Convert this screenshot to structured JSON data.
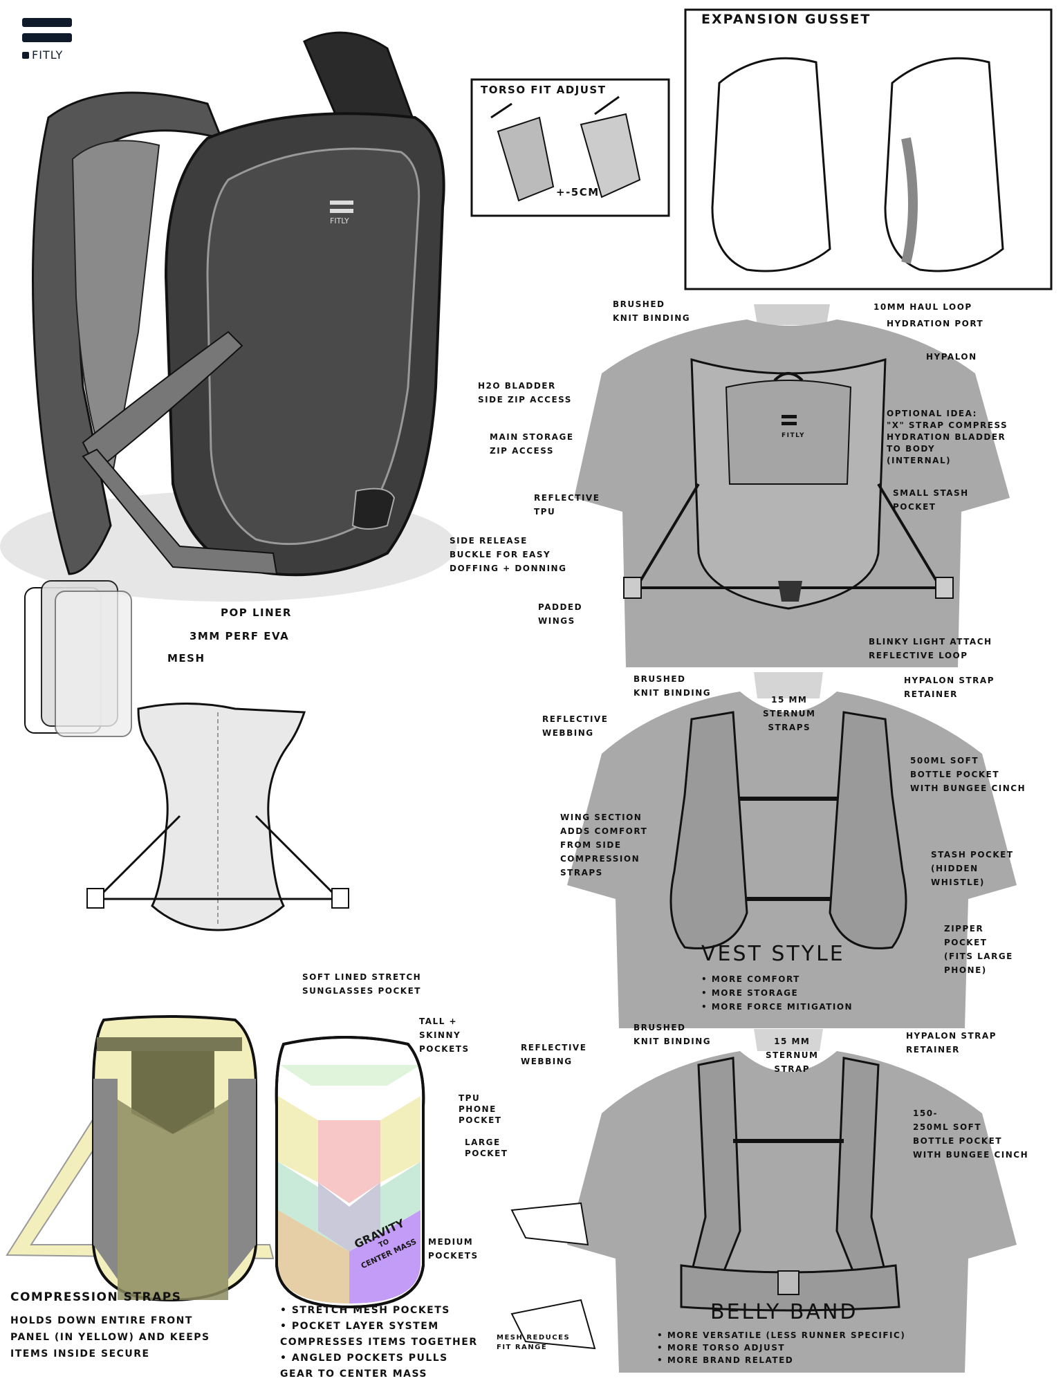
{
  "brand": {
    "name": "FITLY"
  },
  "hero": {
    "logo_text": "FITLY"
  },
  "layers": {
    "labels": [
      "POP LINER",
      "3MM PERF EVA",
      "MESH"
    ]
  },
  "torso_fit": {
    "title": "TORSO FIT ADJUST",
    "measure": "+-5CM"
  },
  "expansion": {
    "title": "EXPANSION GUSSET"
  },
  "back_view": {
    "logo_text": "FITLY",
    "brushed": [
      "BRUSHED",
      "KNIT BINDING"
    ],
    "haul_loop": "10MM HAUL LOOP",
    "hydration_port": "HYDRATION PORT",
    "hypalon": "HYPALON",
    "bladder": [
      "H2O BLADDER",
      "SIDE ZIP ACCESS"
    ],
    "main_storage": [
      "MAIN STORAGE",
      "ZIP ACCESS"
    ],
    "optional": [
      "OPTIONAL IDEA:",
      "\"X\" STRAP COMPRESS",
      "HYDRATION BLADDER",
      "TO BODY",
      "(INTERNAL)"
    ],
    "reflective": [
      "REFLECTIVE",
      "TPU"
    ],
    "stash": [
      "SMALL STASH",
      "POCKET"
    ],
    "side_release": [
      "SIDE RELEASE",
      "BUCKLE FOR EASY",
      "DOFFING + DONNING"
    ],
    "padded": [
      "PADDED",
      "WINGS"
    ],
    "blinky": [
      "BLINKY LIGHT ATTACH",
      "REFLECTIVE LOOP"
    ]
  },
  "vest": {
    "brushed": [
      "BRUSHED",
      "KNIT BINDING"
    ],
    "sternum": [
      "15 MM",
      "STERNUM",
      "STRAPS"
    ],
    "hypalon": [
      "HYPALON STRAP",
      "RETAINER"
    ],
    "reflective": [
      "REFLECTIVE",
      "WEBBING"
    ],
    "bottle": [
      "500ML SOFT",
      "BOTTLE POCKET",
      "WITH BUNGEE CINCH"
    ],
    "wing": [
      "WING SECTION",
      "ADDS COMFORT",
      "FROM SIDE",
      "COMPRESSION",
      "STRAPS"
    ],
    "stash": [
      "STASH POCKET",
      "(HIDDEN",
      "WHISTLE)"
    ],
    "zipper": [
      "ZIPPER",
      "POCKET",
      "(FITS LARGE",
      "PHONE)"
    ],
    "title": "VEST STYLE",
    "bullets": [
      "• MORE COMFORT",
      "• MORE STORAGE",
      "• MORE FORCE MITIGATION"
    ]
  },
  "belly": {
    "brushed": [
      "BRUSHED",
      "KNIT BINDING"
    ],
    "sternum": [
      "15 MM",
      "STERNUM",
      "STRAP"
    ],
    "hypalon": [
      "HYPALON STRAP",
      "RETAINER"
    ],
    "reflective": [
      "REFLECTIVE",
      "WEBBING"
    ],
    "bottle": [
      "150-",
      "250ML SOFT",
      "BOTTLE POCKET",
      "WITH BUNGEE CINCH"
    ],
    "title": "BELLY BAND",
    "bullets": [
      "• MORE VERSATILE (LESS RUNNER SPECIFIC)",
      "• MORE TORSO ADJUST",
      "• MORE BRAND RELATED"
    ],
    "mesh_note": [
      "MESH REDUCES",
      "FIT RANGE"
    ]
  },
  "panels": {
    "sunglasses": [
      "SOFT LINED STRETCH",
      "SUNGLASSES POCKET"
    ],
    "tall": [
      "TALL +",
      "SKINNY",
      "POCKETS"
    ],
    "tpu": [
      "TPU",
      "PHONE",
      "POCKET"
    ],
    "large": [
      "LARGE",
      "POCKET"
    ],
    "medium": [
      "MEDIUM",
      "POCKETS"
    ],
    "gravity": [
      "GRAVITY",
      "TO",
      "CENTER MASS"
    ],
    "compression_title": "COMPRESSION STRAPS",
    "compression_desc": [
      "HOLDS DOWN ENTIRE FRONT",
      "PANEL (IN YELLOW) AND KEEPS",
      "ITEMS INSIDE SECURE"
    ],
    "bullets": [
      "• STRETCH MESH POCKETS",
      "• POCKET LAYER SYSTEM",
      "COMPRESSES ITEMS TOGETHER",
      "• ANGLED POCKETS PULLS",
      "GEAR TO CENTER MASS"
    ],
    "colors": {
      "yellow": "#f3efbd",
      "olive": "#8c8c62",
      "pink": "#f7c6c6",
      "mint": "#c9ead8",
      "lavender": "#c9c9d9",
      "purple": "#c29cf6",
      "tan": "#e6cfa6"
    }
  }
}
